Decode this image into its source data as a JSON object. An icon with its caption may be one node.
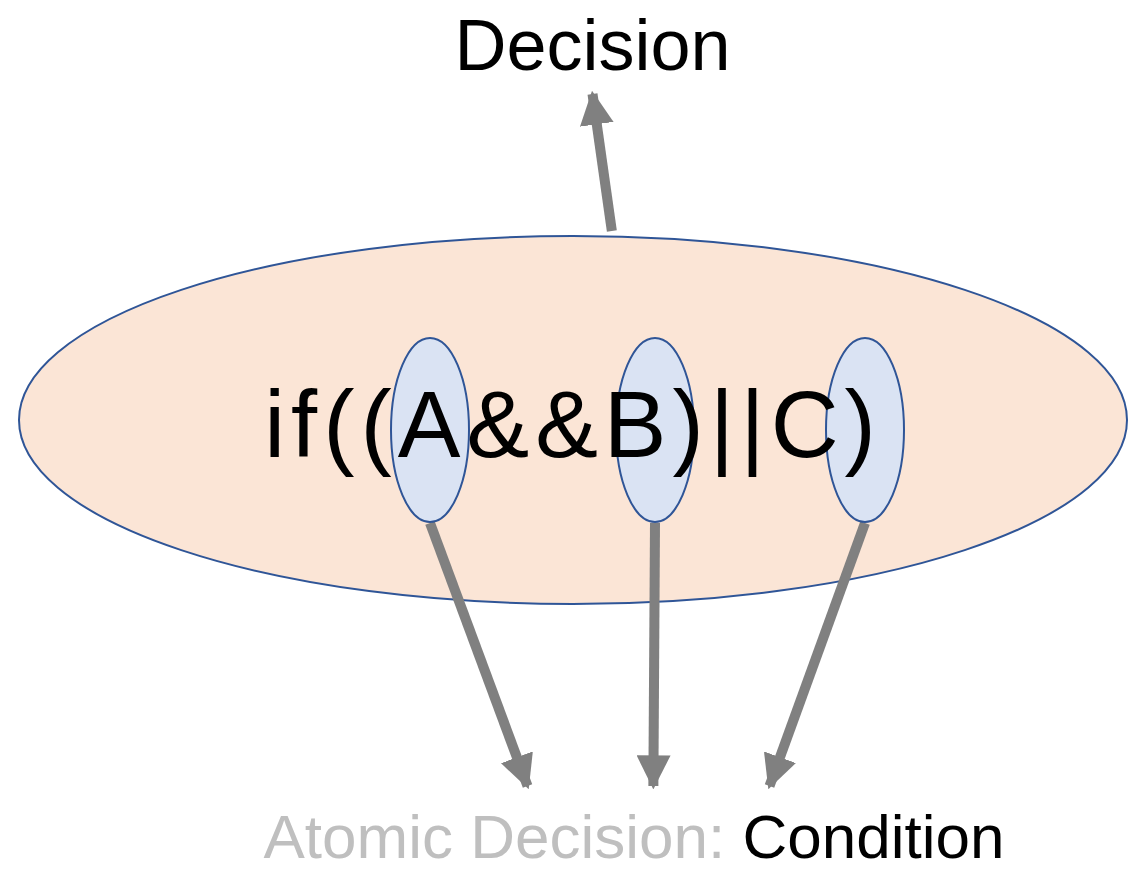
{
  "diagram": {
    "nodes": [
      {
        "text": [
          "if((A&&B)||C)"
        ]
      },
      {
        "text": [],
        "shape": "ellipse",
        "in": 0
      },
      {
        "text": [],
        "shape": "ellipse",
        "in": 0
      },
      {
        "text": [],
        "shape": "ellipse",
        "in": 0
      },
      {
        "text": [
          "Decision"
        ]
      },
      {
        "text": [
          "Atomic Decision:",
          "Condition"
        ]
      }
    ],
    "edges": [
      {
        "from": 0,
        "to": 4,
        "arrow": "to"
      },
      {
        "from": 1,
        "to": 5,
        "arrow": "to"
      },
      {
        "from": 2,
        "to": 5,
        "arrow": "to"
      },
      {
        "from": 3,
        "to": 5,
        "arrow": "to"
      }
    ]
  }
}
